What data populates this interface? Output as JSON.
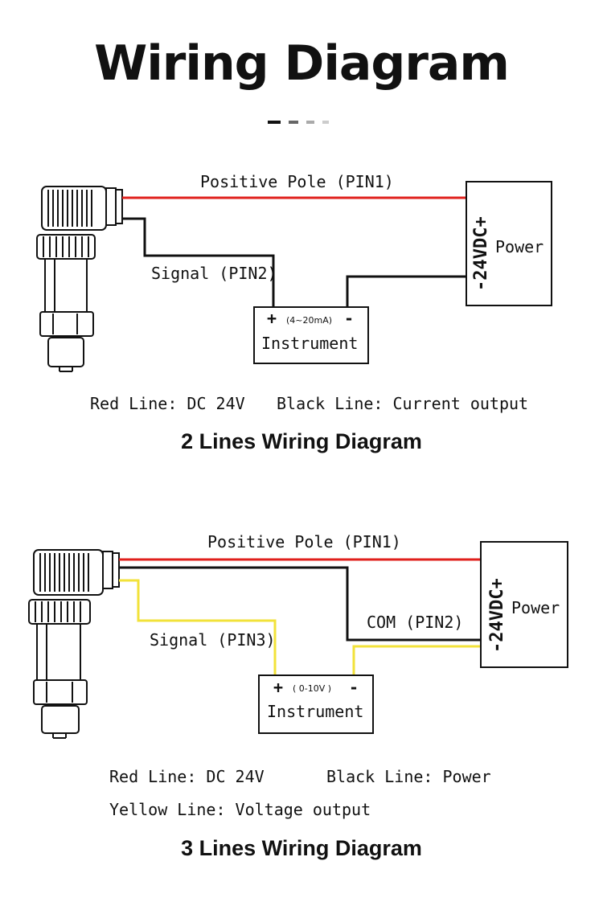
{
  "title": "Wiring Diagram",
  "colors": {
    "red": "#e0201c",
    "black": "#111111",
    "yellow": "#f2e23a",
    "accent_dash": [
      "#111111",
      "#777777",
      "#aaaaaa",
      "#cccccc"
    ]
  },
  "diagram1": {
    "positive_label": "Positive Pole (PIN1)",
    "signal_label": "Signal (PIN2)",
    "instrument_range": "(4~20mA)",
    "instrument_plus": "+",
    "instrument_minus": "-",
    "instrument_label": "Instrument",
    "power_vertical": "-24VDC+",
    "power_label": "Power",
    "note_red": "Red Line: DC 24V",
    "note_black": "Black Line: Current output",
    "subtitle": "2 Lines Wiring Diagram"
  },
  "diagram2": {
    "positive_label": "Positive Pole (PIN1)",
    "com_label": "COM (PIN2)",
    "signal_label": "Signal (PIN3)",
    "instrument_range": "( 0-10V )",
    "instrument_plus": "+",
    "instrument_minus": "-",
    "instrument_label": "Instrument",
    "power_vertical": "-24VDC+",
    "power_label": "Power",
    "note_red": "Red Line: DC 24V",
    "note_black": "Black Line: Power",
    "note_yellow": "Yellow Line: Voltage output",
    "subtitle": "3 Lines Wiring Diagram"
  }
}
